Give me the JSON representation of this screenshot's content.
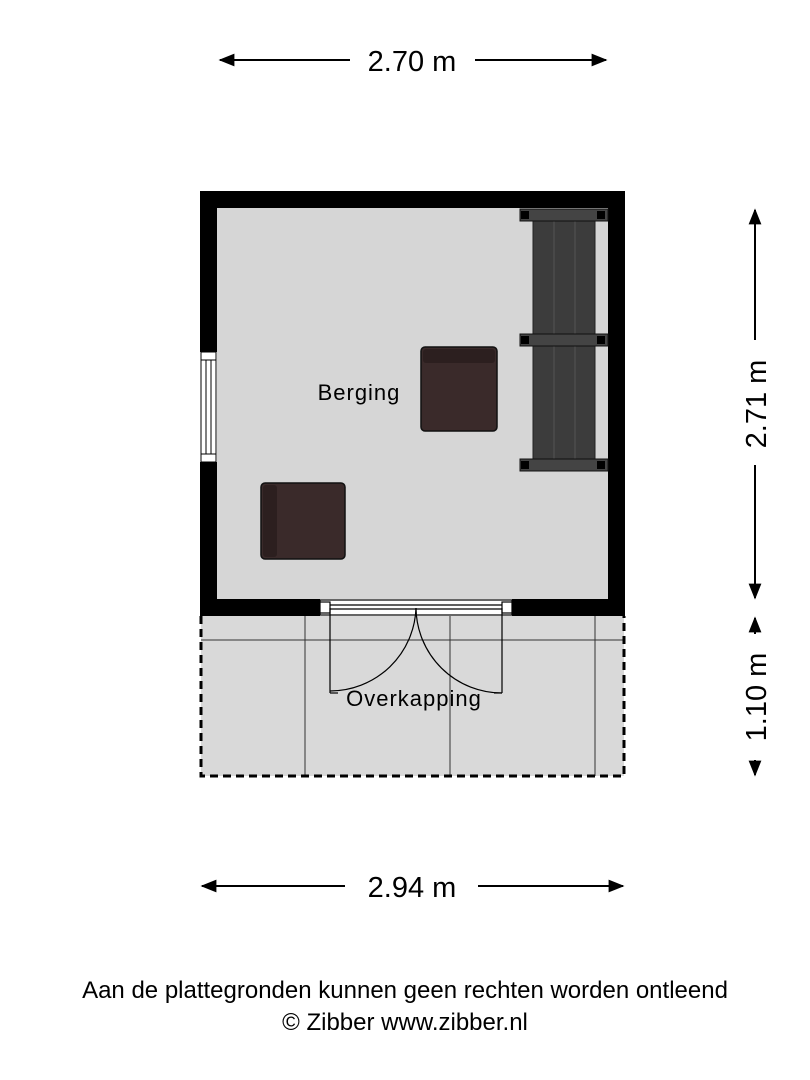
{
  "dimensions": {
    "top_width": "2.70 m",
    "right_height_room": "2.71 m",
    "right_height_canopy": "1.10 m",
    "bottom_width": "2.94 m"
  },
  "rooms": {
    "storage": "Berging",
    "canopy": "Overkapping"
  },
  "footer": {
    "disclaimer": "Aan de plattegronden kunnen geen rechten worden ontleend",
    "credit": "© Zibber www.zibber.nl"
  },
  "colors": {
    "wall": "#000000",
    "floor": "#d9d9d9",
    "chair": "#3a2a2a",
    "bench": "#3c3c3c"
  }
}
